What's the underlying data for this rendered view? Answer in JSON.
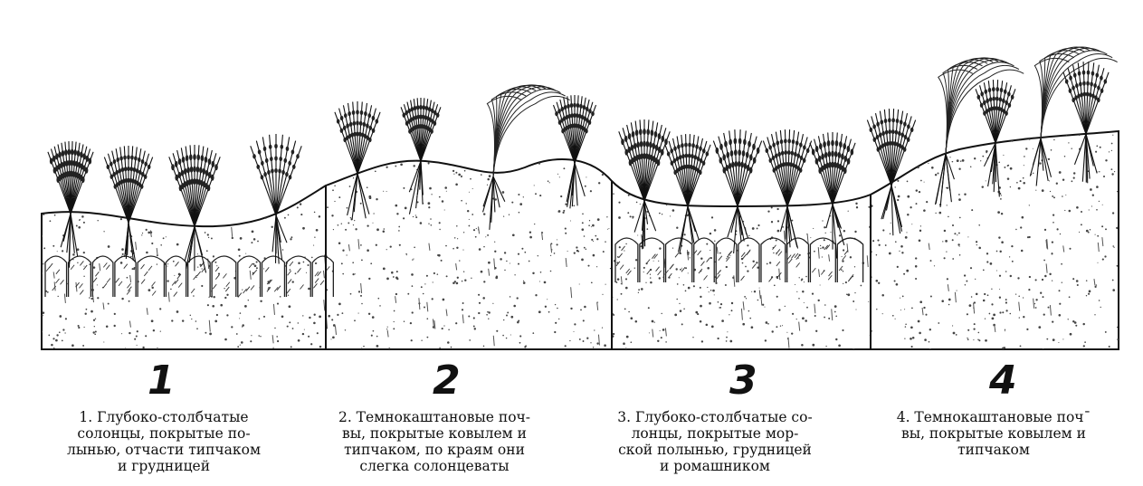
{
  "panels": [
    {
      "number": "1",
      "caption": "1. Глубоко-столбчатые\nсолонцы, покрытые по-\nлынью, отчасти типчаком\nи грудницей"
    },
    {
      "number": "2",
      "caption": "2. Темнокаштановые поч-\nвы, покрытые ковылем и\nтипчаком, по краям они\nслегка солонцеваты"
    },
    {
      "number": "3",
      "caption": "3. Глубоко-столбчатые со-\nлонцы, покрытые мор-\nской полынью, грудницей\nи ромашником"
    },
    {
      "number": "4",
      "caption": "4. Темнокаштановые почˉ\nвы, покрытые ковылем и\nтипчаком"
    }
  ],
  "colors": {
    "ink": "#111111",
    "paper": "#ffffff",
    "stipple": "#444444"
  },
  "icons": [
    "wormwood-plant-icon",
    "fescue-grass-icon",
    "feather-grass-icon",
    "soil-column-icon"
  ]
}
